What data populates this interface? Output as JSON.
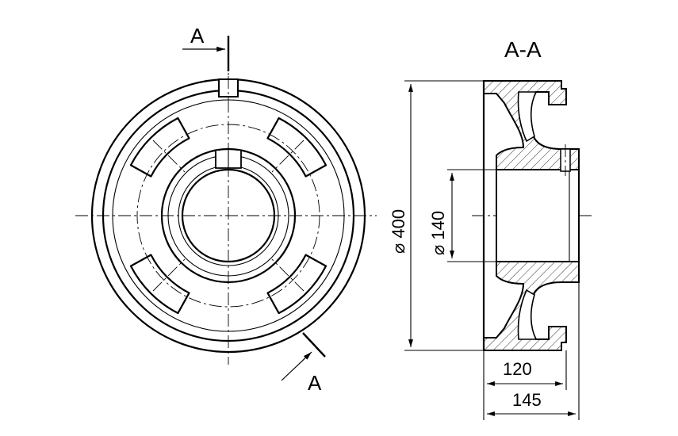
{
  "drawing": {
    "section_marker_top": "A",
    "section_marker_bottom": "A",
    "section_title": "A-A",
    "dim_outer_diameter": "⌀ 400",
    "dim_bore_diameter": "⌀ 140",
    "dim_rim_width": "120",
    "dim_hub_width": "145"
  }
}
